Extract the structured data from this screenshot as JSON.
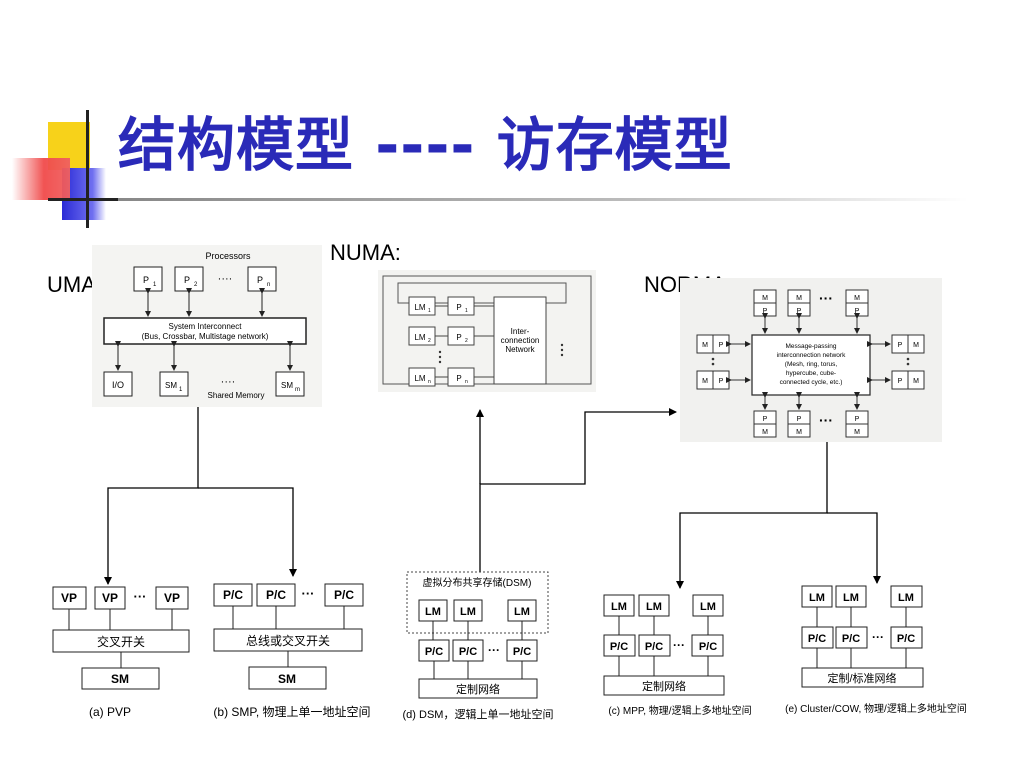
{
  "title": "结构模型 ---- 访存模型",
  "colors": {
    "title": "#2a2ab8",
    "accent_yellow": "#f7d21a",
    "accent_red": "#f04a4a",
    "accent_blue": "#2b2bd6"
  },
  "labels": {
    "uma": "UMA:",
    "numa": "NUMA:",
    "norma": "NORMA:"
  },
  "uma": {
    "processors": "Processors",
    "p1": "P",
    "p1sub": "1",
    "p2": "P",
    "p2sub": "2",
    "pn": "P",
    "pnsub": "n",
    "dots": "····",
    "interconnect_line1": "System Interconnect",
    "interconnect_line2": "(Bus, Crossbar, Multistage network)",
    "io": "I/O",
    "sm1": "SM",
    "sm1sub": "1",
    "smm": "SM",
    "smmsub": "m",
    "dots2": "····",
    "shared": "Shared Memory"
  },
  "numa": {
    "lm": "LM",
    "lm1sub": "1",
    "lm2sub": "2",
    "lmnsub": "n",
    "p": "P",
    "p1sub": "1",
    "p2sub": "2",
    "pnsub": "n",
    "net_line1": "Inter-",
    "net_line2": "connection",
    "net_line3": "Network"
  },
  "norma": {
    "m": "M",
    "p": "P",
    "dots": "···",
    "net_line1": "Message-passing",
    "net_line2": "interconnection network",
    "net_line3": "(Mesh, ring, torus,",
    "net_line4": "hypercube, cube-",
    "net_line5": "connected cycle, etc.)"
  },
  "models": {
    "pvp": {
      "vp": "VP",
      "dots": "···",
      "switch": "交叉开关",
      "sm": "SM",
      "caption": "(a) PVP"
    },
    "smp": {
      "pc": "P/C",
      "dots": "···",
      "bus": "总线或交叉开关",
      "sm": "SM",
      "caption": "(b) SMP, 物理上单一地址空间"
    },
    "dsm": {
      "virtual": "虚拟分布共享存储(DSM)",
      "lm": "LM",
      "pc": "P/C",
      "dots": "···",
      "net": "定制网络",
      "caption": "(d) DSM，逻辑上单一地址空间"
    },
    "mpp": {
      "lm": "LM",
      "pc": "P/C",
      "dots": "···",
      "net": "定制网络",
      "caption": "(c) MPP, 物理/逻辑上多地址空间"
    },
    "cow": {
      "lm": "LM",
      "pc": "P/C",
      "dots": "···",
      "net": "定制/标准网络",
      "caption": "(e) Cluster/COW, 物理/逻辑上多地址空间"
    }
  }
}
